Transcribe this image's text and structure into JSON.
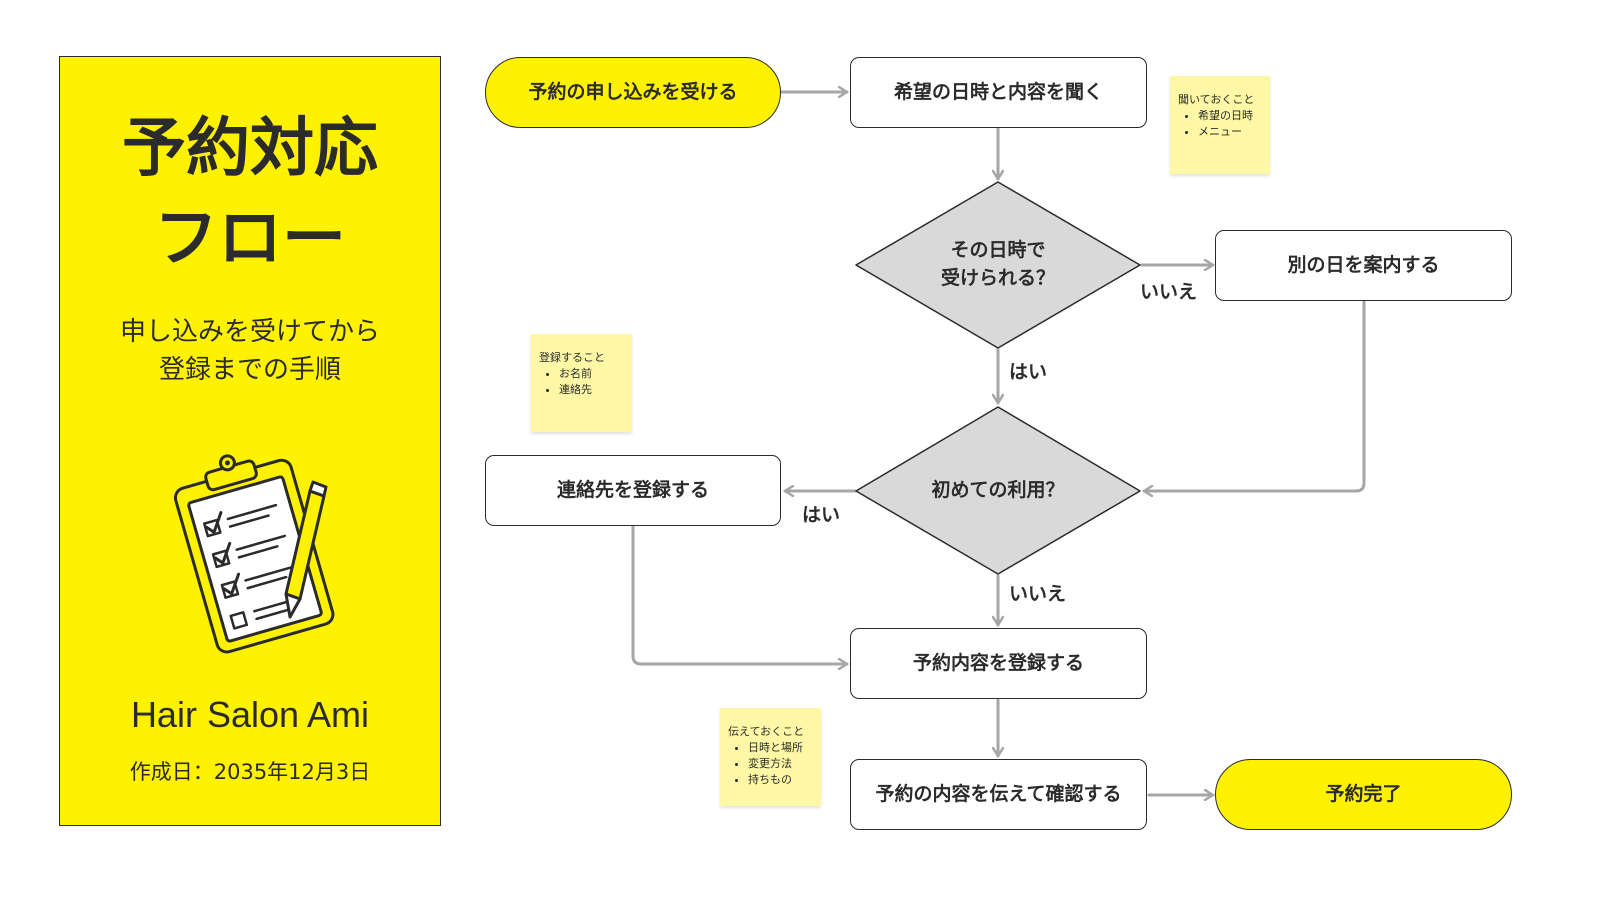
{
  "panel": {
    "title_line1": "予約対応",
    "title_line2": "フロー",
    "subtitle_line1": "申し込みを受けてから",
    "subtitle_line2": "登録までの手順",
    "salon_name": "Hair Salon Ami",
    "created_date": "作成日：2035年12月3日",
    "illustration_icon": "clipboard-checklist-icon"
  },
  "flow": {
    "start": "予約の申し込みを受ける",
    "ask": "希望の日時と内容を聞く",
    "decision_available_line1": "その日時で",
    "decision_available_line2": "受けられる？",
    "alternate_day": "別の日を案内する",
    "decision_first_time": "初めての利用？",
    "register_contact": "連絡先を登録する",
    "register_booking": "予約内容を登録する",
    "confirm": "予約の内容を伝えて確認する",
    "end": "予約完了"
  },
  "edge_labels": {
    "available_no": "いいえ",
    "available_yes": "はい",
    "first_yes": "はい",
    "first_no": "いいえ"
  },
  "notes": {
    "ask_note": {
      "title": "聞いておくこと",
      "items": [
        "希望の日時",
        "メニュー"
      ]
    },
    "register_note": {
      "title": "登録すること",
      "items": [
        "お名前",
        "連絡先"
      ]
    },
    "tell_note": {
      "title": "伝えておくこと",
      "items": [
        "日時と場所",
        "変更方法",
        "持ちもの"
      ]
    }
  },
  "colors": {
    "accent_yellow": "#fff200",
    "decision_gray": "#d9d9d9",
    "arrow_gray": "#a6a6a6",
    "note_yellow": "#fdf7a6",
    "text_dark": "#2b2b2b"
  }
}
